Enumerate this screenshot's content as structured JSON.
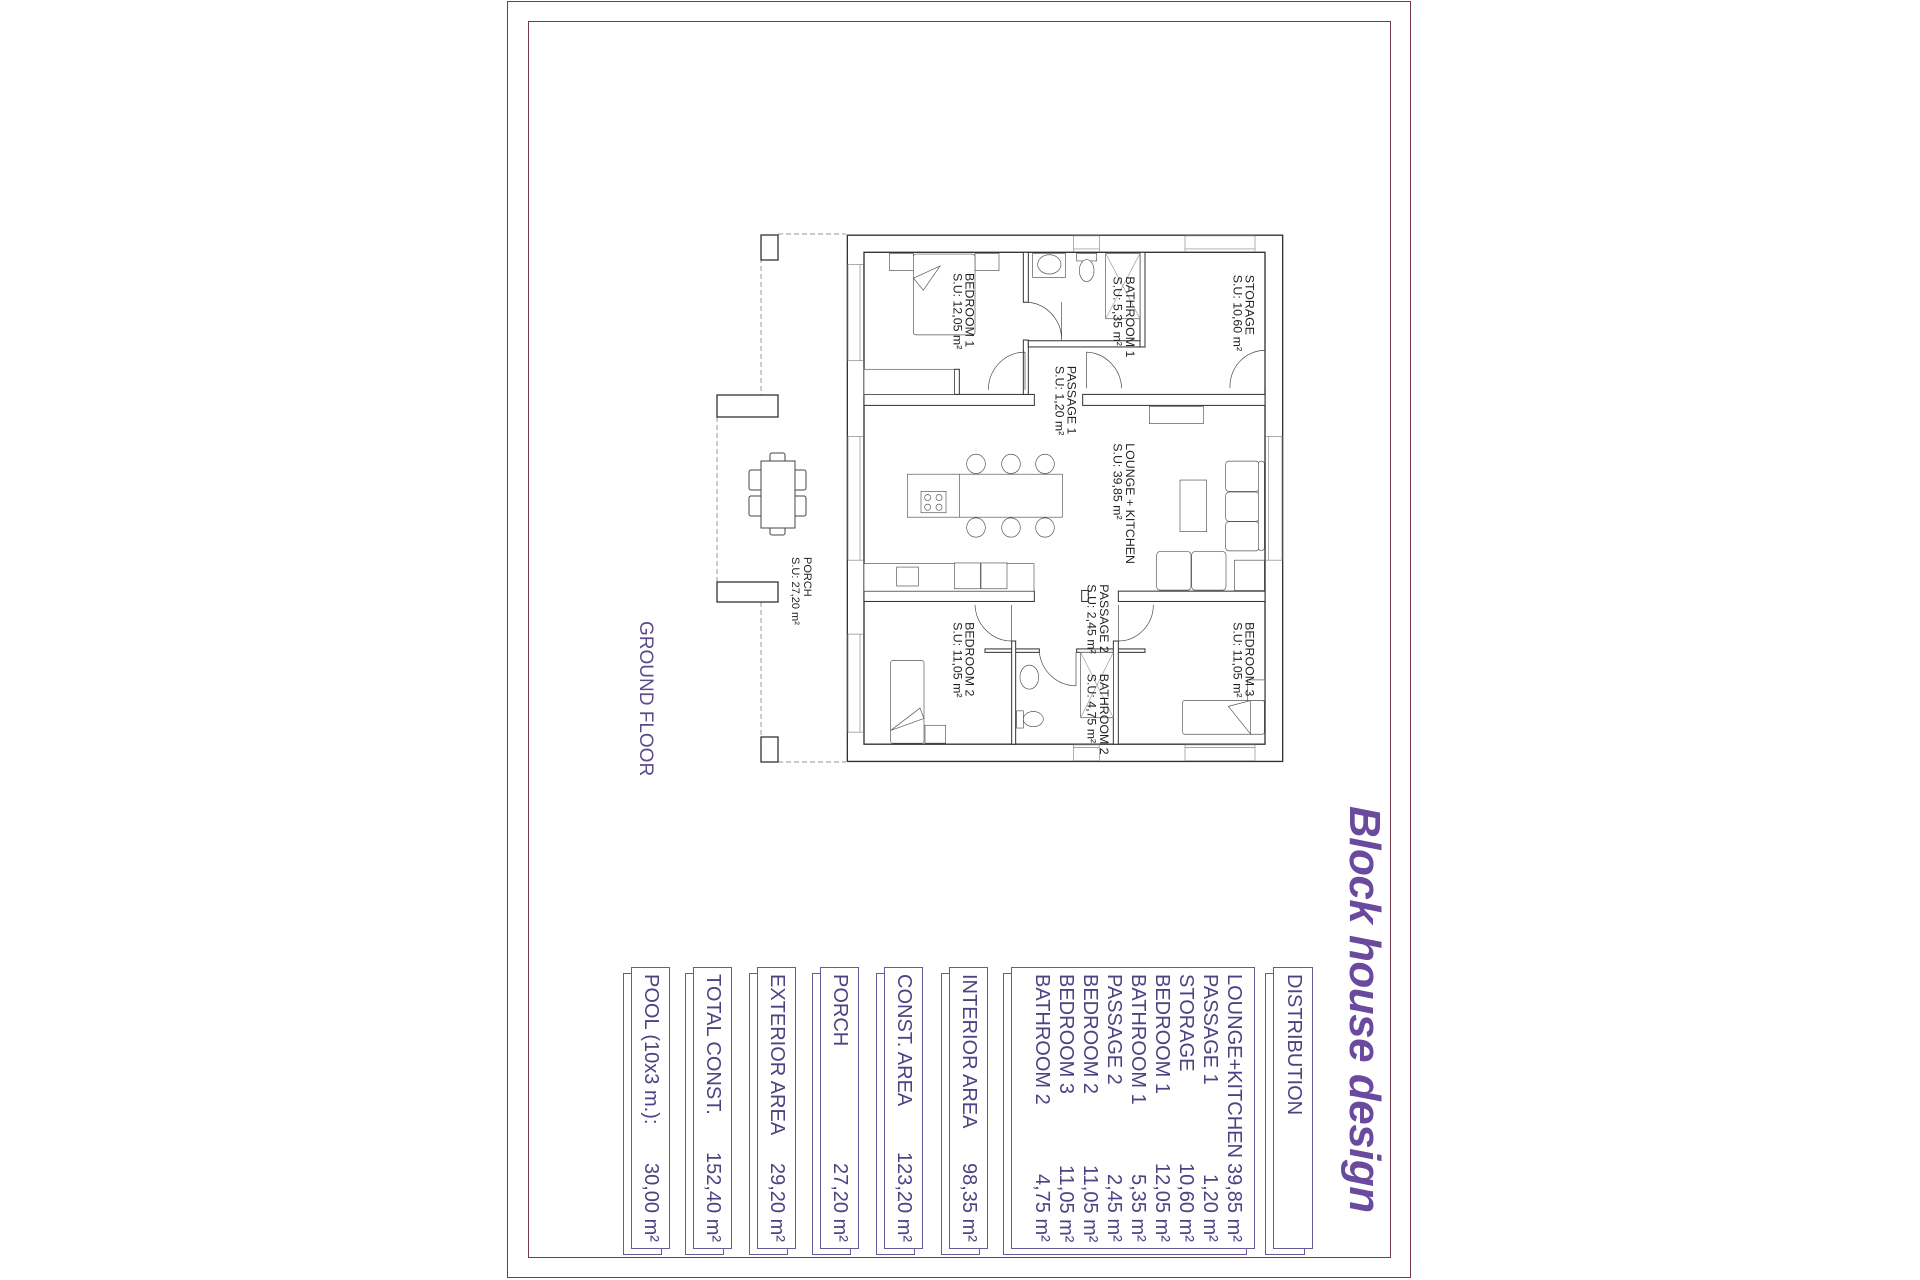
{
  "title": "Block house design",
  "floor_label": "GROUND FLOOR",
  "porch": {
    "name": "PORCH",
    "area": "S.U: 27,20 m²"
  },
  "plan": {
    "rooms": [
      {
        "name": "BEDROOM 1",
        "area": "S.U: 12,05 m²"
      },
      {
        "name": "BATHROOM 1",
        "area": "S.U: 5,35 m²"
      },
      {
        "name": "STORAGE",
        "area": "S.U: 10,60 m²"
      },
      {
        "name": "PASSAGE 1",
        "area": "S.U: 1,20 m²"
      },
      {
        "name": "LOUNGE + KITCHEN",
        "area": "S.U: 39,85 m²"
      },
      {
        "name": "PASSAGE 2",
        "area": "S.U: 2,45 m²"
      },
      {
        "name": "BEDROOM 2",
        "area": "S.U: 11,05 m²"
      },
      {
        "name": "BATHROOM 2",
        "area": "S.U: 4,75 m²"
      },
      {
        "name": "BEDROOM 3",
        "area": "S.U: 11,05 m²"
      }
    ]
  },
  "distribution": {
    "heading": "DISTRIBUTION",
    "items": [
      {
        "name": "LOUNGE+KITCHEN",
        "value": "39,85 m²"
      },
      {
        "name": "PASSAGE 1",
        "value": "1,20 m²"
      },
      {
        "name": "STORAGE",
        "value": "10,60 m²"
      },
      {
        "name": "BEDROOM 1",
        "value": "12,05 m²"
      },
      {
        "name": "BATHROOM 1",
        "value": "5,35 m²"
      },
      {
        "name": "PASSAGE 2",
        "value": "2,45 m²"
      },
      {
        "name": "BEDROOM 2",
        "value": "11,05 m²"
      },
      {
        "name": "BEDROOM 3",
        "value": "11,05 m²"
      },
      {
        "name": "BATHROOM 2",
        "value": "4,75 m²"
      }
    ]
  },
  "summary": [
    {
      "label": "INTERIOR AREA",
      "value": "98,35 m²"
    },
    {
      "label": "CONST. AREA",
      "value": "123,20 m²"
    },
    {
      "label": "PORCH",
      "value": "27,20 m²"
    },
    {
      "label": "EXTERIOR AREA",
      "value": "29,20 m²"
    },
    {
      "label": "TOTAL CONST.",
      "value": "152,40 m²"
    },
    {
      "label": "POOL (10x3 m.):",
      "value": "30,00 m²"
    }
  ]
}
